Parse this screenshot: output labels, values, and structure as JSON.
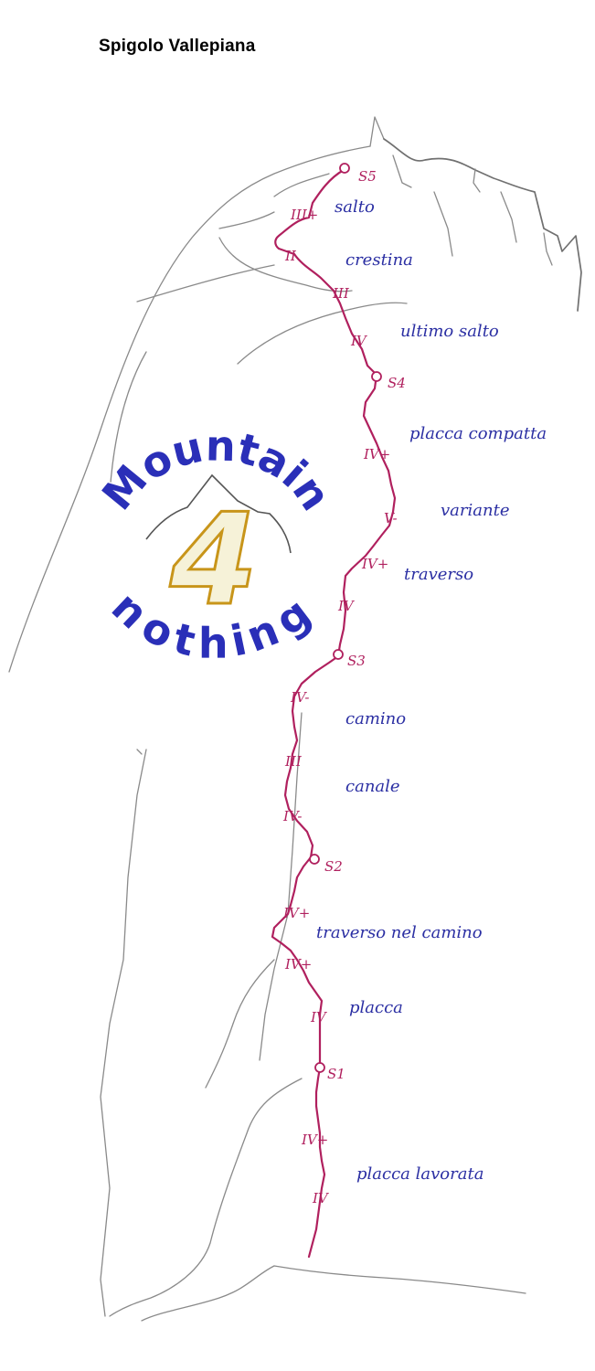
{
  "title": "Spigolo Vallepiana",
  "stops": [
    "S5",
    "S4",
    "S3",
    "S2",
    "S1"
  ],
  "grades": [
    "III+",
    "II",
    "III",
    "IV",
    "IV+",
    "V-",
    "IV+",
    "IV",
    "IV-",
    "III",
    "IV-",
    "IV+",
    "IV+",
    "IV",
    "IV+",
    "IV"
  ],
  "descriptions": [
    "salto",
    "crestina",
    "ultimo salto",
    "placca compatta",
    "variante",
    "traverso",
    "camino",
    "canale",
    "traverso nel camino",
    "placca",
    "placca lavorata"
  ],
  "logo": {
    "word_top": "Mountain",
    "number": "4",
    "word_bottom": "nothing"
  },
  "colors": {
    "route": "#b0205e",
    "description_text": "#2b2fa3",
    "pencil": "#8a8a8a",
    "logo_blue": "#2a2fb8",
    "logo_gold": "#c8951a"
  }
}
